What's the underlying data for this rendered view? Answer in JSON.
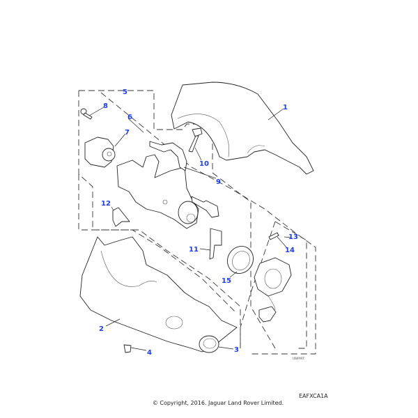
{
  "diagram": {
    "callouts": [
      "1",
      "2",
      "3",
      "4",
      "5",
      "6",
      "7",
      "8",
      "9",
      "10",
      "11",
      "12",
      "13",
      "14",
      "15"
    ],
    "callout_color": "#1a3cff",
    "watermark": "UNIPART",
    "reference_code": "EAFXCA1A",
    "copyright": "© Copyright, 2016. Jaguar Land Rover Limited."
  }
}
